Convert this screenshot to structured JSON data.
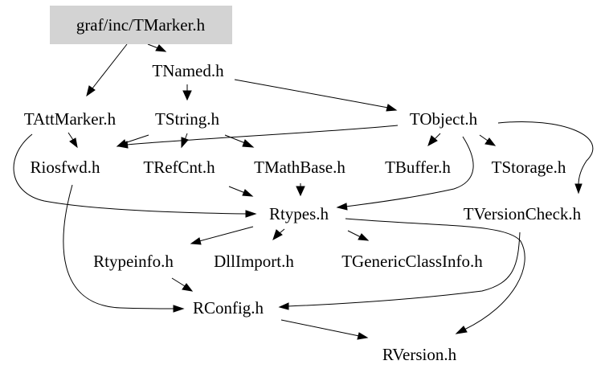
{
  "diagram": {
    "colors": {
      "highlight_fill": "#d3d3d3",
      "edge": "#000000",
      "text": "#000000",
      "background": "#ffffff"
    },
    "nodes": {
      "tmarker": {
        "label": "graf/inc/TMarker.h",
        "highlighted": true
      },
      "tnamed": {
        "label": "TNamed.h"
      },
      "tattmarker": {
        "label": "TAttMarker.h"
      },
      "tstring": {
        "label": "TString.h"
      },
      "tobject": {
        "label": "TObject.h"
      },
      "riosfwd": {
        "label": "Riosfwd.h"
      },
      "trefcnt": {
        "label": "TRefCnt.h"
      },
      "tmathbase": {
        "label": "TMathBase.h"
      },
      "tbuffer": {
        "label": "TBuffer.h"
      },
      "tstorage": {
        "label": "TStorage.h"
      },
      "rtypes": {
        "label": "Rtypes.h"
      },
      "tversioncheck": {
        "label": "TVersionCheck.h"
      },
      "rtypeinfo": {
        "label": "Rtypeinfo.h"
      },
      "dllimport": {
        "label": "DllImport.h"
      },
      "tgeneric": {
        "label": "TGenericClassInfo.h"
      },
      "rconfig": {
        "label": "RConfig.h"
      },
      "rversion": {
        "label": "RVersion.h"
      }
    },
    "edges": [
      {
        "from": "tmarker",
        "to": "tnamed"
      },
      {
        "from": "tmarker",
        "to": "tattmarker"
      },
      {
        "from": "tnamed",
        "to": "tstring"
      },
      {
        "from": "tnamed",
        "to": "tobject"
      },
      {
        "from": "tattmarker",
        "to": "riosfwd"
      },
      {
        "from": "tattmarker",
        "to": "rtypes"
      },
      {
        "from": "tstring",
        "to": "riosfwd"
      },
      {
        "from": "tstring",
        "to": "trefcnt"
      },
      {
        "from": "tstring",
        "to": "tmathbase"
      },
      {
        "from": "tobject",
        "to": "riosfwd"
      },
      {
        "from": "tobject",
        "to": "tbuffer"
      },
      {
        "from": "tobject",
        "to": "tstorage"
      },
      {
        "from": "tobject",
        "to": "rtypes"
      },
      {
        "from": "tobject",
        "to": "tversioncheck"
      },
      {
        "from": "riosfwd",
        "to": "rconfig"
      },
      {
        "from": "trefcnt",
        "to": "rtypes"
      },
      {
        "from": "tmathbase",
        "to": "rtypes"
      },
      {
        "from": "rtypes",
        "to": "rtypeinfo"
      },
      {
        "from": "rtypes",
        "to": "dllimport"
      },
      {
        "from": "rtypes",
        "to": "tgeneric"
      },
      {
        "from": "rtypes",
        "to": "rversion"
      },
      {
        "from": "tversioncheck",
        "to": "rconfig"
      },
      {
        "from": "rtypeinfo",
        "to": "rconfig"
      },
      {
        "from": "rconfig",
        "to": "rversion"
      }
    ]
  }
}
